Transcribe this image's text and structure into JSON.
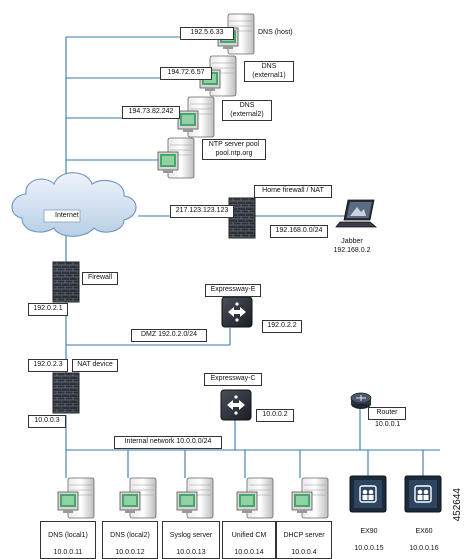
{
  "network_lines": {
    "core_color": "#3a78a8"
  },
  "internet": {
    "label": "Internet"
  },
  "dns_host": {
    "ip": "192.5.6.33",
    "name": "DNS (host)"
  },
  "dns_ext1": {
    "ip": "194.72.6.57",
    "name": "DNS\n(external1)"
  },
  "dns_ext2": {
    "ip": "194.73.82.242",
    "name": "DNS\n(external2)"
  },
  "ntp": {
    "name": "NTP server pool\npool.ntp.org"
  },
  "home_fw": {
    "title": "Home firewall / NAT",
    "public_ip": "217.123.123.123",
    "lan": "192.168.0.0/24"
  },
  "jabber": {
    "name": "Jabber\n192.168.0.2"
  },
  "firewall": {
    "title": "Firewall",
    "ip": "192.0.2.1"
  },
  "expressway_e": {
    "title": "Expressway-E",
    "ip": "192.0.2.2"
  },
  "dmz": {
    "label": "DMZ 192.0.2.0/24"
  },
  "nat": {
    "title": "NAT device",
    "outside_ip": "192.0.2.3",
    "inside_ip": "10.0.0.3"
  },
  "expressway_c": {
    "title": "Expressway-C",
    "ip": "10.0.0.2"
  },
  "router": {
    "title": "Router",
    "ip": "10.0.0.1"
  },
  "internal": {
    "label": "Internal network 10.0.0.0/24"
  },
  "servers": [
    {
      "name": "DNS (local1)",
      "ip": "10.0.0.11"
    },
    {
      "name": "DNS (local2)",
      "ip": "10.0.0.12"
    },
    {
      "name": "Syslog server",
      "ip": "10.0.0.13"
    },
    {
      "name": "Unified CM",
      "ip": "10.0.0.14"
    },
    {
      "name": "DHCP server",
      "ip": "10.0.0.4"
    }
  ],
  "endpoints": [
    {
      "name": "EX90",
      "ip": "10.0.0.15"
    },
    {
      "name": "EX60",
      "ip": "10.0.0.16"
    }
  ],
  "figure_id": "452644"
}
